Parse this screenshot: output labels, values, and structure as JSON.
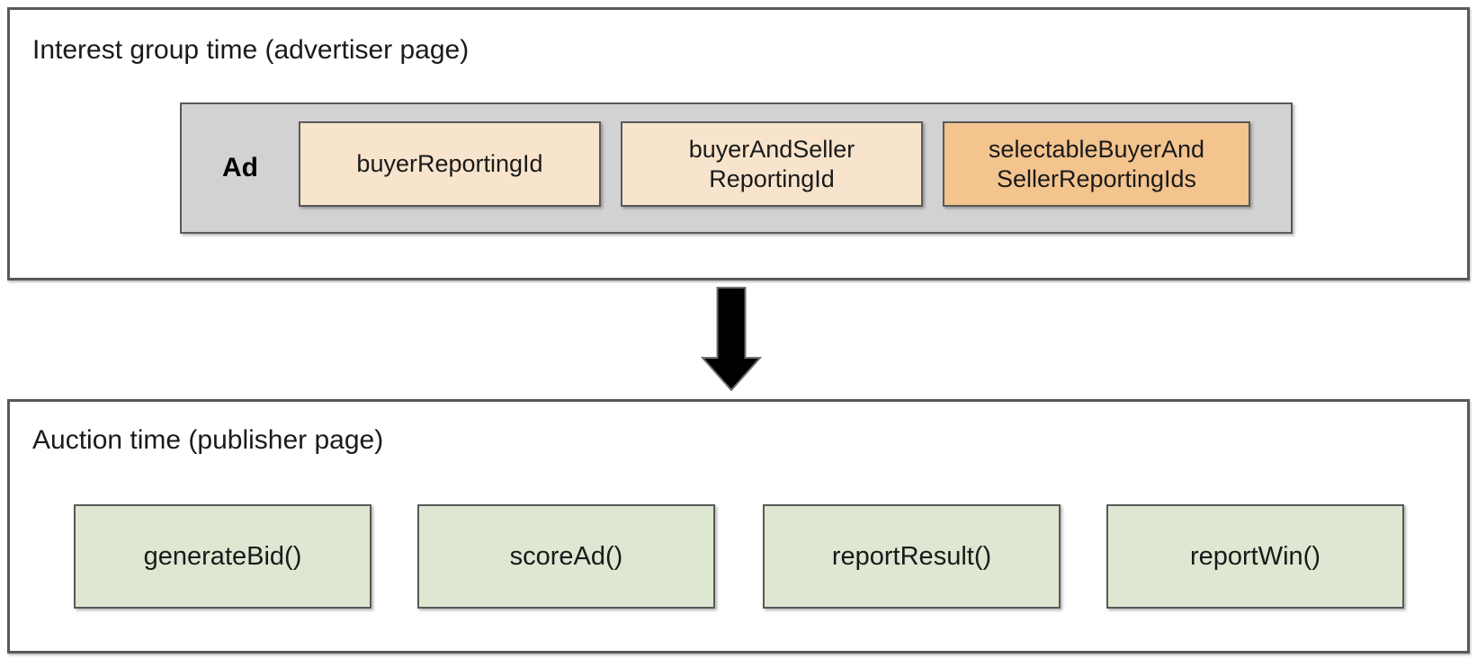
{
  "top_section": {
    "title": "Interest group time (advertiser page)",
    "ad_group": {
      "label": "Ad",
      "items": [
        {
          "label": "buyerReportingId",
          "fill": "#f8e4cc"
        },
        {
          "label": "buyerAndSeller\nReportingId",
          "fill": "#f8e4cc"
        },
        {
          "label": "selectableBuyerAnd\nSellerReportingIds",
          "fill": "#f3c48e"
        }
      ]
    }
  },
  "arrow": {
    "icon": "down-arrow",
    "fill": "#000000",
    "outline": "#707070"
  },
  "bottom_section": {
    "title": "Auction time (publisher page)",
    "functions": [
      {
        "label": "generateBid()",
        "fill": "#dde7d1"
      },
      {
        "label": "scoreAd()",
        "fill": "#dde7d1"
      },
      {
        "label": "reportResult()",
        "fill": "#dde7d1"
      },
      {
        "label": "reportWin()",
        "fill": "#dde7d1"
      }
    ]
  },
  "colors": {
    "section_border": "#595959",
    "box_border": "#595959",
    "ad_container_fill": "#d2d2d2",
    "cream": "#f8e4cc",
    "orange": "#f3c48e",
    "green": "#dde7d1",
    "text": "#1a1a1a",
    "background": "#ffffff"
  }
}
